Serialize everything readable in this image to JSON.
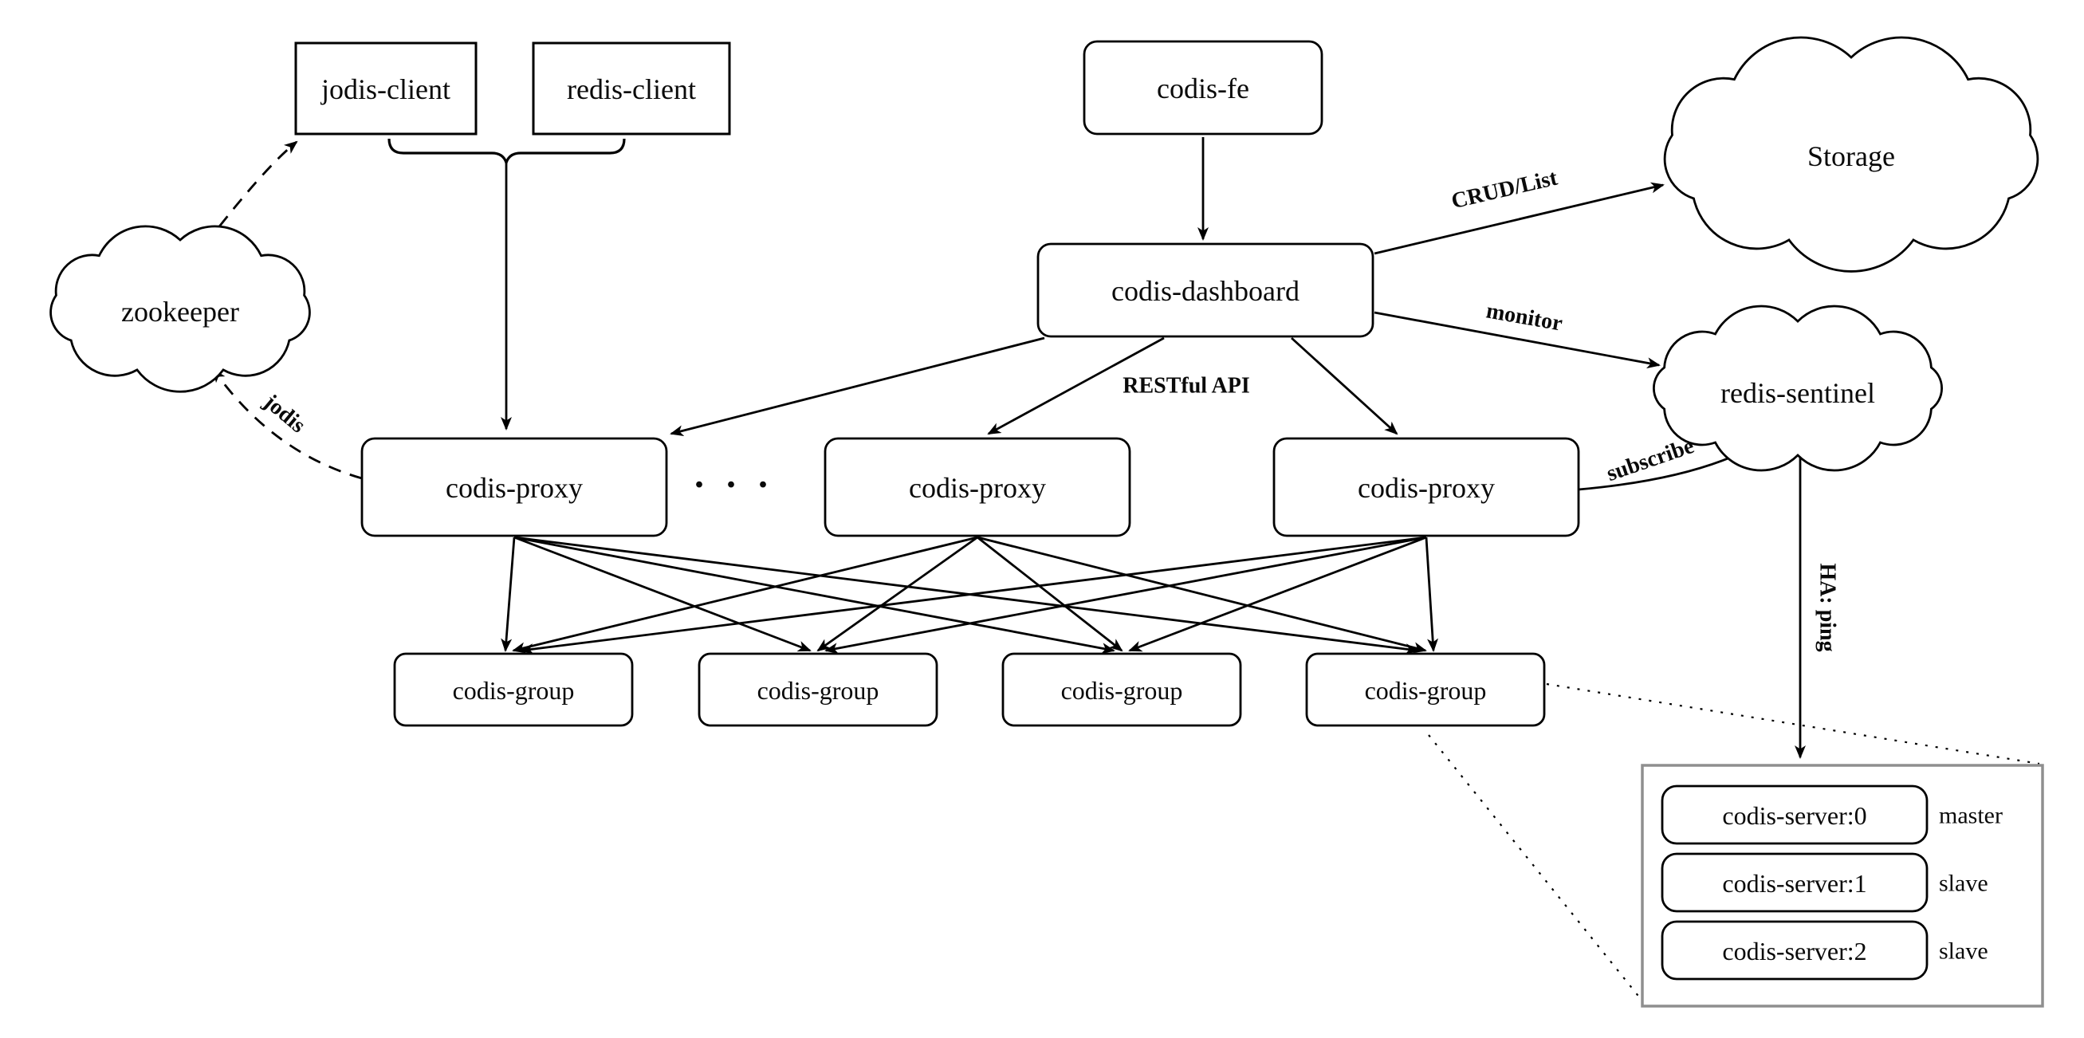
{
  "diagram": {
    "nodes": {
      "jodis_client": "jodis-client",
      "redis_client": "redis-client",
      "codis_fe": "codis-fe",
      "codis_dashboard": "codis-dashboard",
      "zookeeper": "zookeeper",
      "storage": "Storage",
      "redis_sentinel": "redis-sentinel",
      "proxies": [
        "codis-proxy",
        "codis-proxy",
        "codis-proxy"
      ],
      "proxy_ellipsis": "· · ·",
      "groups": [
        "codis-group",
        "codis-group",
        "codis-group",
        "codis-group"
      ],
      "servers": [
        {
          "name": "codis-server:0",
          "role": "master"
        },
        {
          "name": "codis-server:1",
          "role": "slave"
        },
        {
          "name": "codis-server:2",
          "role": "slave"
        }
      ]
    },
    "edge_labels": {
      "crud_list": "CRUD/List",
      "monitor": "monitor",
      "restful_api": "RESTful API",
      "subscribe": "subscribe",
      "jodis": "jodis",
      "ha_ping": "HA: ping"
    },
    "colors": {
      "stroke": "#000000",
      "container_border": "#8f8f8f",
      "background": "#ffffff"
    }
  }
}
